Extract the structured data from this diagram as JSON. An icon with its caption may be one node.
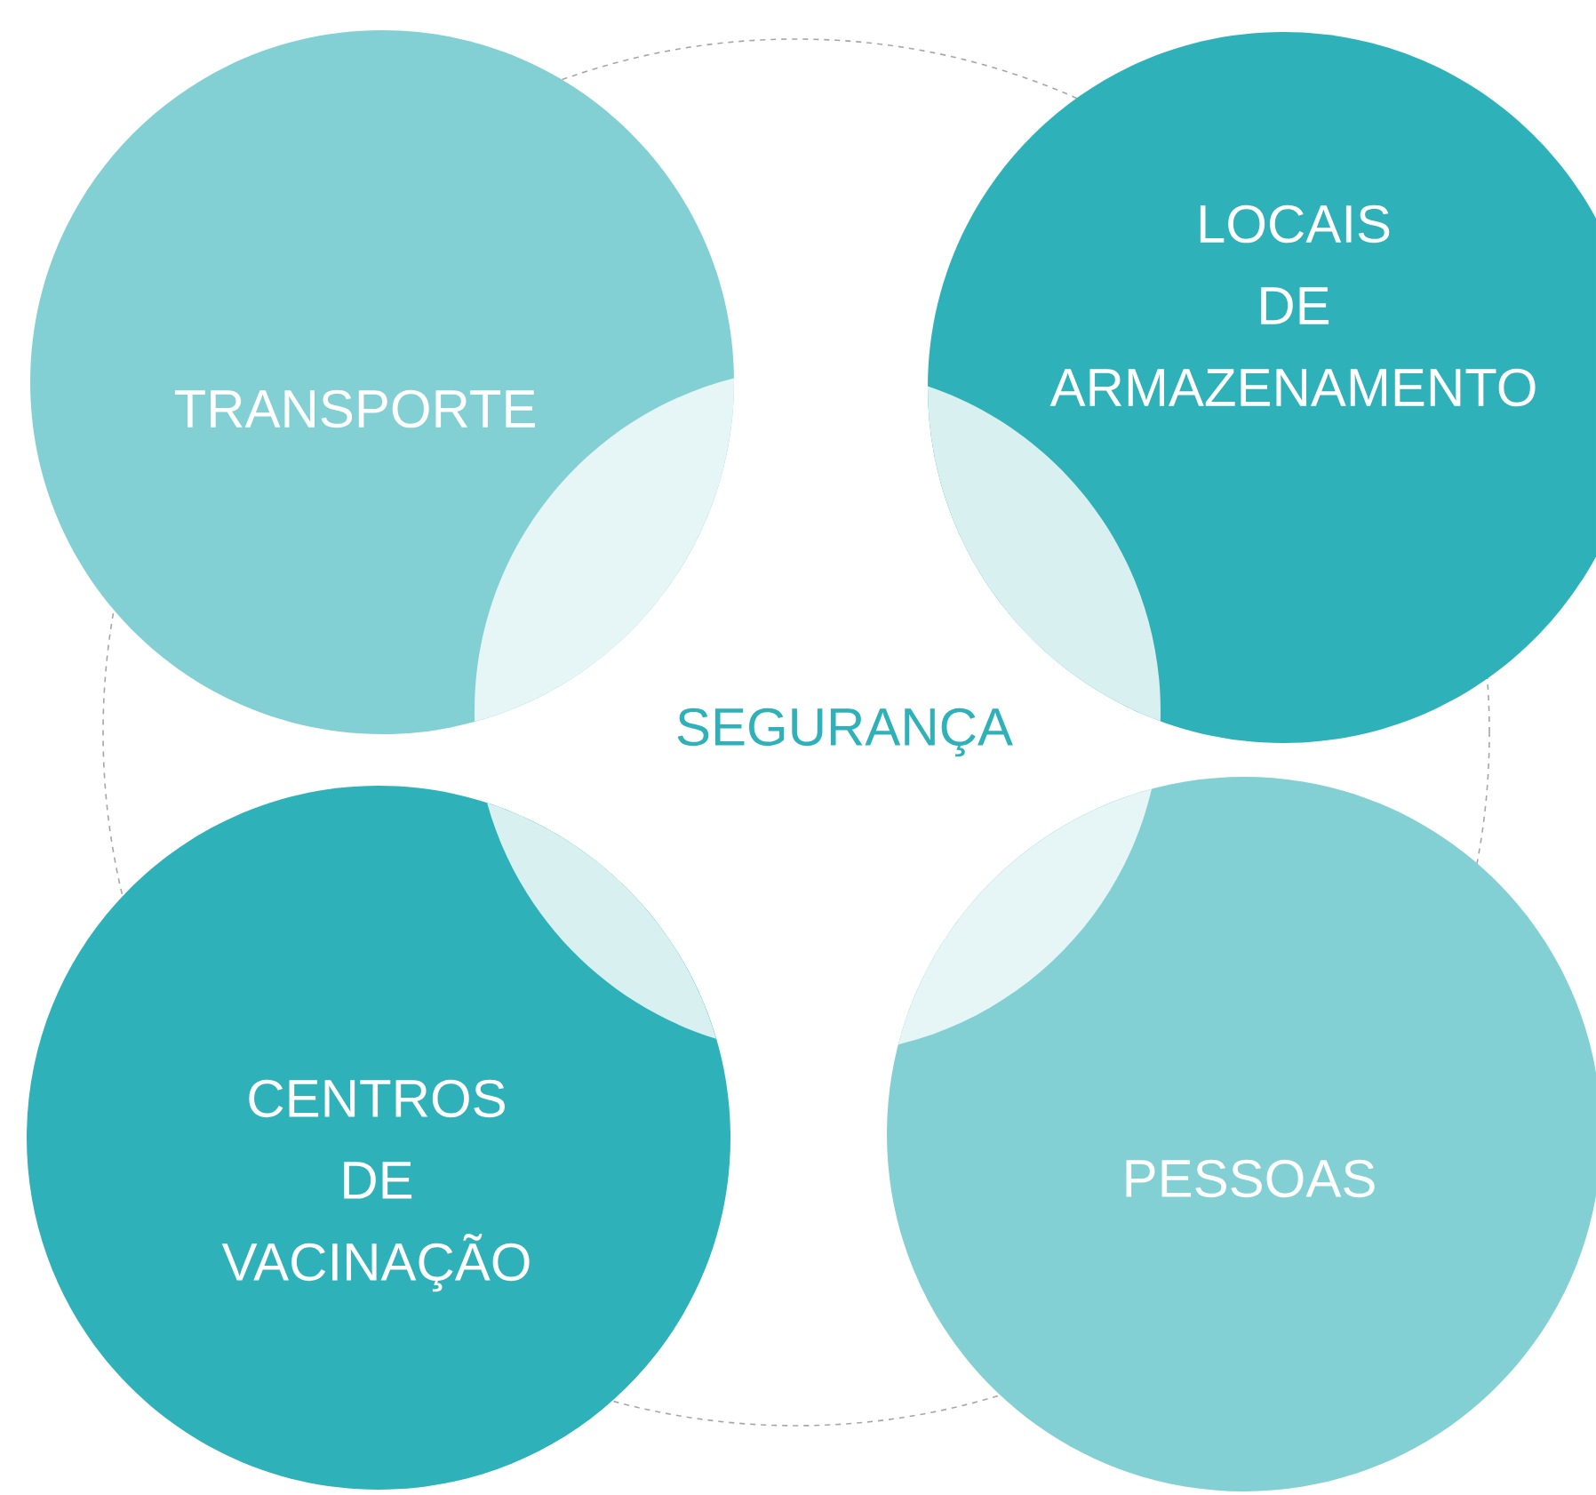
{
  "diagram": {
    "nodes": [
      {
        "text": [
          "TRANSPORTE"
        ]
      },
      {
        "text": [
          "LOCAIS DE ARMAZENAMENTO"
        ]
      },
      {
        "text": [
          "SEGURANÇA"
        ]
      },
      {
        "text": [
          "CENTROS DE VACINAÇÃO"
        ]
      },
      {
        "text": [
          "PESSOAS"
        ]
      }
    ]
  }
}
